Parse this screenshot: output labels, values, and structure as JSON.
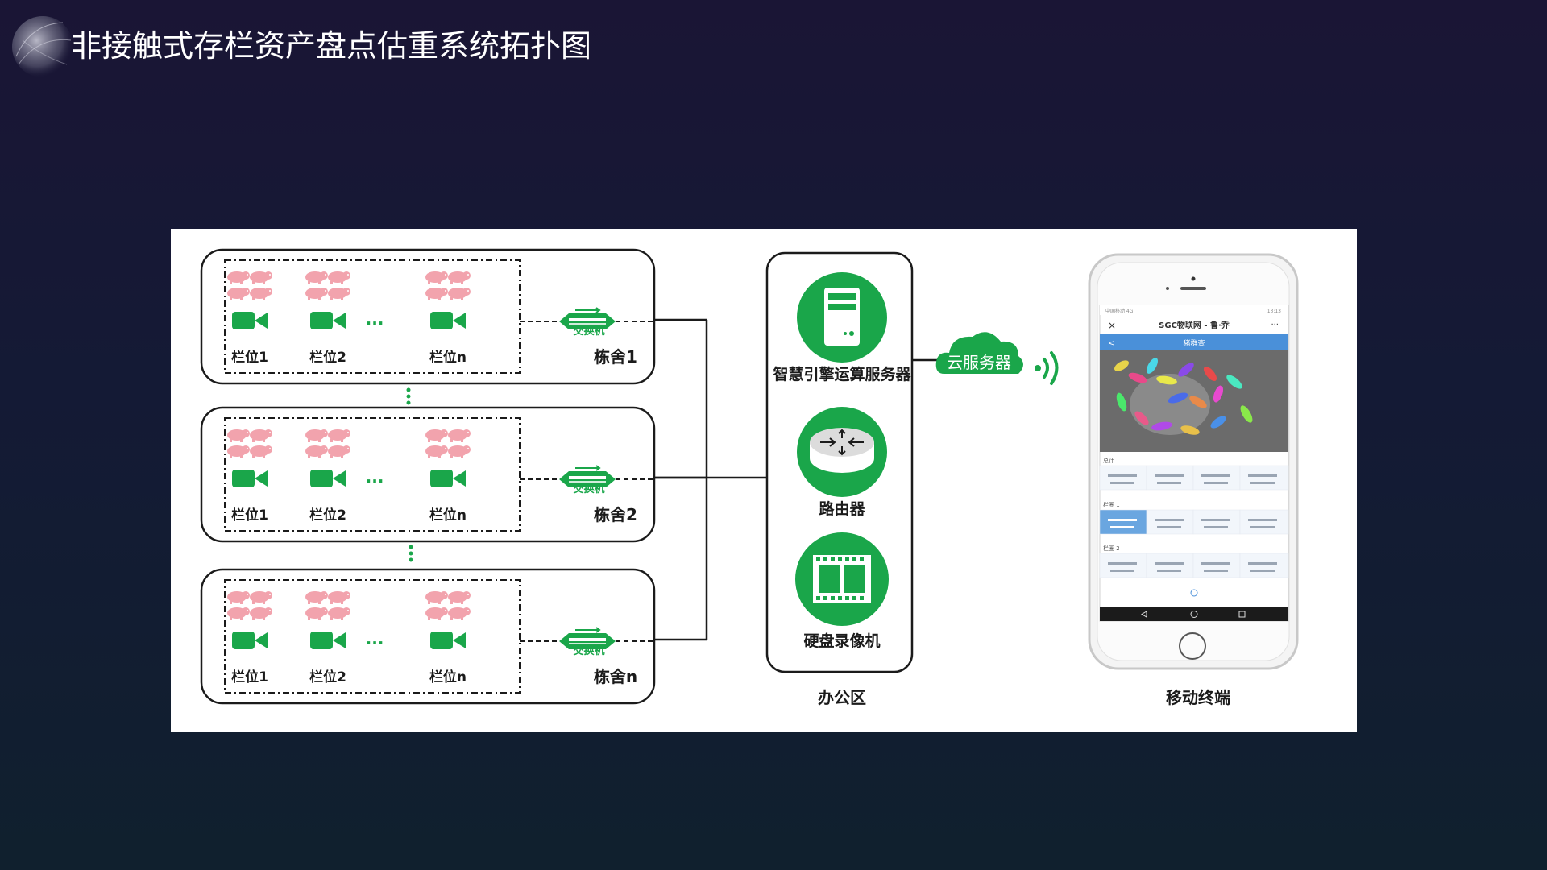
{
  "slide": {
    "title": "非接触式存栏资产盘点估重系统拓扑图"
  },
  "barns": [
    {
      "name": "栋舍1",
      "switch_label": "交换机",
      "pens": [
        "栏位1",
        "栏位2",
        "栏位n"
      ],
      "ellipsis": "···"
    },
    {
      "name": "栋舍2",
      "switch_label": "交换机",
      "pens": [
        "栏位1",
        "栏位2",
        "栏位n"
      ],
      "ellipsis": "···"
    },
    {
      "name": "栋舍n",
      "switch_label": "交换机",
      "pens": [
        "栏位1",
        "栏位2",
        "栏位n"
      ],
      "ellipsis": "···"
    }
  ],
  "office": {
    "label": "办公区",
    "devices": [
      {
        "name": "智慧引擎运算服务器",
        "icon": "server-icon"
      },
      {
        "name": "路由器",
        "icon": "router-icon"
      },
      {
        "name": "硬盘录像机",
        "icon": "nvr-icon"
      }
    ]
  },
  "cloud": {
    "label": "云服务器",
    "icon": "cloud-icon"
  },
  "mobile": {
    "label": "移动终端",
    "app_title": "SGC物联网 - 鲁·乔",
    "screen_tab": "猪群查",
    "sections": [
      "总计",
      "栏圈 1",
      "栏圈 2"
    ],
    "close_glyph": "×",
    "more_glyph": "···",
    "back_glyph": "<"
  },
  "colors": {
    "accent_green": "#1aa64a",
    "pig_pink": "#f2a3ad",
    "line": "#1b1b1b",
    "phone_blue": "#4a90d9"
  }
}
